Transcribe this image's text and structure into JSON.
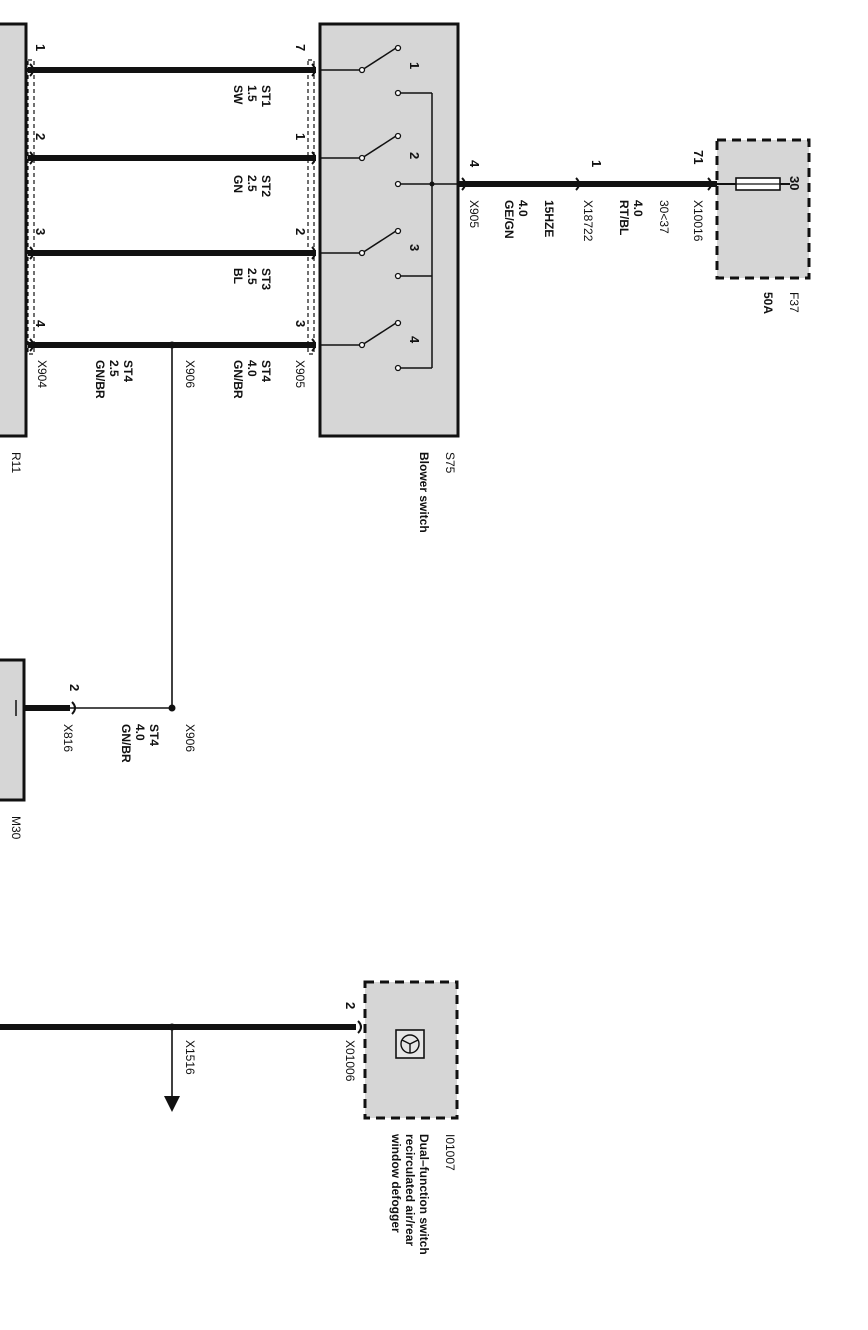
{
  "colors": {
    "box_fill": "#d6d6d6",
    "wire": "#111111",
    "background": "#ffffff"
  },
  "components": {
    "r11": {
      "id": "R11"
    },
    "s75": {
      "id": "S75",
      "name": "Blower switch"
    },
    "f37": {
      "id": "F37",
      "rating": "50A",
      "terminal": "30"
    },
    "m30": {
      "id": "M30"
    },
    "i01007": {
      "id": "I01007",
      "name_lines": [
        "Dual–function switch",
        "recirculated air/rear",
        "window defogger"
      ],
      "icon": "fan-icon"
    }
  },
  "pins": {
    "r11": [
      "1",
      "2",
      "3",
      "4"
    ],
    "s75_left": [
      "7",
      "1",
      "2",
      "3"
    ],
    "s75_contacts": [
      "1",
      "2",
      "3",
      "4"
    ],
    "s75_right": "4",
    "x18722": "1",
    "f37": "71",
    "m30": "2",
    "i01007": "2"
  },
  "wires": {
    "st1": [
      "ST1",
      "1.5",
      "SW"
    ],
    "st2": [
      "ST2",
      "2.5",
      "GN"
    ],
    "st3": [
      "ST3",
      "2.5",
      "BL"
    ],
    "st4_switch": [
      "X905",
      "ST4",
      "4.0",
      "GN/BR"
    ],
    "st4_splice_top": "X906",
    "st4_r11": [
      "X904",
      "ST4",
      "2.5",
      "GN/BR"
    ],
    "supply_s75": [
      "X905",
      "GE/GN",
      "4.0",
      "15HZE"
    ],
    "supply_x18722": [
      "X18722",
      "RT/BL",
      "4.0",
      "30<37"
    ],
    "supply_f37": "X10016",
    "m30_wire": [
      "X906",
      "ST4",
      "4.0",
      "GN/BR"
    ],
    "m30_connector": "X816",
    "i01007_connector": "X01006",
    "ground_connector": "X1516"
  }
}
